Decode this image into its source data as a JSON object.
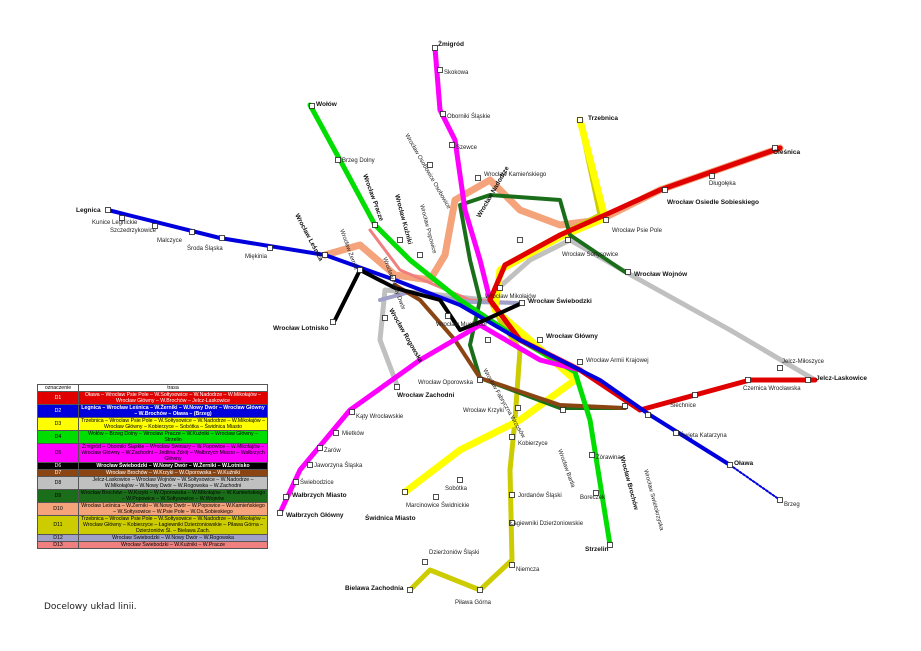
{
  "legend": {
    "header_code": "oznaczenie",
    "header_route": "trasa",
    "rows": [
      {
        "code": "D1",
        "route": "Oława – Wrocław Psie Pole – W.Sołtysowice – W.Nadodrze – W.Mikołajów – Wrocław Główny – W.Brochów – Jelcz-Laskowice",
        "bg": "#e00000",
        "fg": "#ffffff"
      },
      {
        "code": "D2",
        "route": "Legnica – Wrocław Leśnica – W.Żerniki – W.Nowy Dwór – Wrocław Główny – W.Brochów – Oława – (Brzeg)",
        "bg": "#0000dd",
        "fg": "#ffffff"
      },
      {
        "code": "D3",
        "route": "Trzebnica – Wrocław Psie Pole – W.Sołtysowice – W.Nadodrze – W.Mikołajów – Wrocław Główny – Kobierzyce – Sobótka – Świdnica Miasto",
        "bg": "#ffff00",
        "fg": "#000000"
      },
      {
        "code": "D4",
        "route": "Wołów – Brzeg Dolny – Wrocław Pracze – W.Kuźniki – Wrocław Główny – Strzelin",
        "bg": "#00dd00",
        "fg": "#000000"
      },
      {
        "code": "D5",
        "route": "Żmigród – Oborniki Śląskie – Wrocław Swiniary – W.Popowice – W.Mikołajów – Wrocław Główny – W.Zachodni – Jedlina Zdrój – Wałbrzych Miasto – Wałbrzych Główny",
        "bg": "#ff00ff",
        "fg": "#000000"
      },
      {
        "code": "D6",
        "route": "Wrocław Świebodzki – W.Nowy Dwór – W.Żerniki – W.Lotnisko",
        "bg": "#000000",
        "fg": "#ffffff"
      },
      {
        "code": "D7",
        "route": "Wrocław Brochów – W.Krzyki – W.Oporowska – W.Kuźniki",
        "bg": "#8b4513",
        "fg": "#ffffff"
      },
      {
        "code": "D8",
        "route": "Jelcz-Laskowice – Wrocław Wojnów – W.Sołtysowice – W.Nadodrze – W.Mikołajów – W.Nowy Dwór – W.Rogowska – W.Zachodni",
        "bg": "#c0c0c0",
        "fg": "#000000"
      },
      {
        "code": "D9",
        "route": "Wrocław Brochów – W.Krzyki – W.Oporowska – W.Mikołajów – W.Kamieńskiego – W.Popowice – W.Sołtysowice – W.Wojnów",
        "bg": "#1a6e1a",
        "fg": "#000000"
      },
      {
        "code": "D10",
        "route": "Wrocław Leśnica – W.Żerniki – W.Nowy Dwór – W.Popowice – W.Kamieńskiego – W.Sołtysowice – W.Psie Pole – W.Os.Sobieskiego",
        "bg": "#f4a37a",
        "fg": "#000000"
      },
      {
        "code": "D11",
        "route": "Trzebnica – Wrocław Psie Pole – W.Sołtysowice – W.Nadodrze – W.Mikołajów – Wrocław Główny – Kobierzyce – Łagiewniki Dzierżoniowskie – Piława Górna – Dzierżoniów Śl. – Bielawa Zach.",
        "bg": "#cccc00",
        "fg": "#000000"
      },
      {
        "code": "D12",
        "route": "Wrocław Swiebodzki – W.Nowy Dwór – W.Rogowska",
        "bg": "#a0a0c8",
        "fg": "#000000"
      },
      {
        "code": "D13",
        "route": "Wrocław Świebodzki – W.Kuźniki – W.Pracze",
        "bg": "#f08080",
        "fg": "#000000"
      }
    ]
  },
  "caption": "Docelowy układ linii.",
  "stations": {
    "zmigrod": "Żmigród",
    "skokowa": "Skokowa",
    "oborniki": "Oborniki Śląskie",
    "szewce": "Szewce",
    "olesnica": "Oleśnica",
    "dlugoleka": "Długołęka",
    "os_sobieskiego": "Wrocław Osiedle Sobieskiego",
    "trzebnica": "Trzebnica",
    "psie_pole": "Wrocław Psie Pole",
    "wojnow": "Wrocław Wojnów",
    "soltysowice": "Wrocław Sołtysowice",
    "kamienskiego": "Wrocław Kamieńskiego",
    "nadodrze": "Wrocław Nadodrze",
    "swiniary": "Wrocław Osobowice Osobowice",
    "wolow": "Wołów",
    "brzeg_dolny": "Brzeg Dolny",
    "legnica": "Legnica",
    "kunice": "Kunice Legnickie",
    "szczedrzykowice": "Szczedrzykowice",
    "malczyce": "Malczyce",
    "sroda": "Środa Śląska",
    "miekinia": "Miękinia",
    "lesnica": "Wrocław Leśnica",
    "pracze": "Wrocław Pracze",
    "kuzniki": "Wrocław Kuźniki",
    "zerniki": "Wrocław Żerniki",
    "nowy_dwor": "Wrocław Nowy Dwór",
    "popowice": "Wrocław Popowice",
    "mikolajow": "Wrocław Mikołajów",
    "swiebodzki": "Wrocław Świebodzki",
    "lotnisko": "Wrocław Lotnisko",
    "rogowska": "Wrocław Rogowska",
    "muchobor": "Wrocław Muchobór",
    "glowny": "Wrocław Główny",
    "armii": "Wrocław Armii Krajowej",
    "oporowska": "Wrocław Oporowska",
    "zachodni": "Wrocław Zachodni",
    "fabryczna": "Wrocław Fabryczna Wrzosów",
    "krzyki": "Wrocław Krzyki",
    "bartla": "Wrocław Bartla",
    "brochow": "Wrocław Brochów",
    "swietokrzyska": "Wrocław Swietokrzyska",
    "jelcz_mil": "Jelcz-Miłoszyce",
    "jelcz": "Jelcz-Laskowice",
    "czernica": "Czernica Wrocławska",
    "siechnice": "Siechnice",
    "sw_katarzyna": "Święta Katarzyna",
    "olawa": "Oława",
    "brzeg": "Brzeg",
    "katy": "Kąty Wrocławskie",
    "mietkow": "Mietków",
    "zarow": "Żarów",
    "jaworzyna": "Jaworzyna Śląska",
    "swiebodzice": "Świebodzice",
    "walbrzych_miasto": "Wałbrzych Miasto",
    "walbrzych_glowny": "Wałbrzych Główny",
    "kobierzyce": "Kobierzyce",
    "sobotka": "Sobótka",
    "marcinowice": "Marcinowice Świdnickie",
    "swidnica": "Świdnica Miasto",
    "jordanow": "Jordanów Śląski",
    "lagiewniki": "Łagiewniki Dzierżoniowskie",
    "niemcza": "Niemcza",
    "pilawa": "Piława Górna",
    "dzierzoniow": "Dzierżoniów Śląski",
    "bielawa": "Bielawa Zachodnia",
    "zorawina": "Żórawina",
    "boreczek": "Boreczek",
    "strzelin": "Strzelin"
  },
  "colors": {
    "D1": "#e00000",
    "D2": "#0000dd",
    "D3": "#ffff00",
    "D4": "#00dd00",
    "D5": "#ff00ff",
    "D6": "#000000",
    "D7": "#8b4513",
    "D8": "#c0c0c0",
    "D9": "#1a6e1a",
    "D10": "#f4a37a",
    "D11": "#cccc00",
    "D12": "#a0a0c8",
    "D13": "#f08080"
  }
}
